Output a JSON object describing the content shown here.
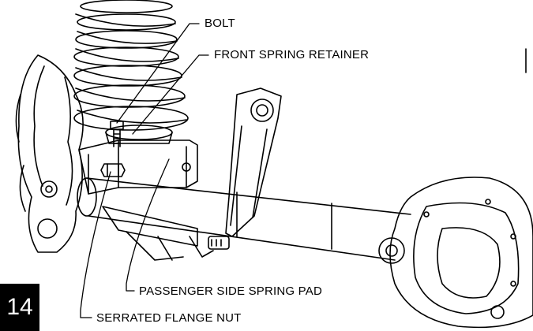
{
  "callouts": {
    "bolt": "BOLT",
    "front_spring_retainer": "FRONT SPRING RETAINER",
    "passenger_side_spring_pad": "PASSENGER SIDE SPRING PAD",
    "serrated_flange_nut": "SERRATED FLANGE NUT"
  },
  "page_number": "14",
  "colors": {
    "line": "#000000",
    "background": "#ffffff",
    "badge": "#000000",
    "badge_text": "#ffffff"
  }
}
